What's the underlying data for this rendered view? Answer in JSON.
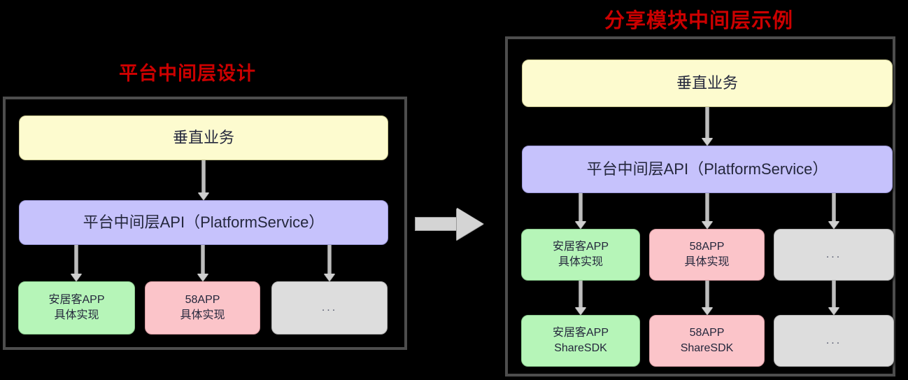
{
  "diagrams": [
    {
      "id": "platform-middleware-design",
      "title": "平台中间层设计",
      "nodes": {
        "vertical_business": "垂直业务",
        "platform_api": "平台中间层API（PlatformService）",
        "anjuke_impl_line1": "安居客APP",
        "anjuke_impl_line2": "具体实现",
        "app58_impl_line1": "58APP",
        "app58_impl_line2": "具体实现",
        "ellipsis": "..."
      }
    },
    {
      "id": "share-module-middleware-example",
      "title": "分享模块中间层示例",
      "nodes": {
        "vertical_business": "垂直业务",
        "platform_api": "平台中间层API（PlatformService）",
        "anjuke_impl_line1": "安居客APP",
        "anjuke_impl_line2": "具体实现",
        "app58_impl_line1": "58APP",
        "app58_impl_line2": "具体实现",
        "ellipsis_impl": "...",
        "anjuke_sdk_line1": "安居客APP",
        "anjuke_sdk_line2": "ShareSDK",
        "app58_sdk_line1": "58APP",
        "app58_sdk_line2": "ShareSDK",
        "ellipsis_sdk": "..."
      }
    }
  ],
  "colors": {
    "background": "#000000",
    "title_red": "#cc0000",
    "container_border": "#4d4d4d",
    "node_yellow": "#fdfbcf",
    "node_purple": "#c6c2fc",
    "node_green": "#b6f5b8",
    "node_pink": "#fbc4c9",
    "node_gray": "#dddddd",
    "node_text": "#24273c",
    "arrow_gray": "#bdbdbd"
  },
  "icons": {
    "transition_arrow": "right-arrow-icon",
    "flow_arrow": "down-arrow-icon"
  }
}
